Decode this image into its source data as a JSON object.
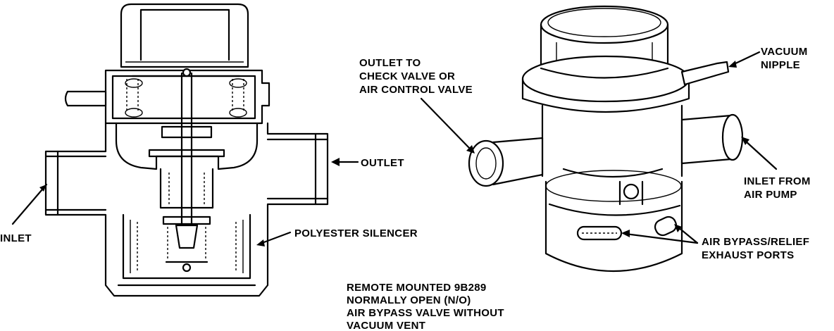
{
  "labels": {
    "inlet": "INLET",
    "outlet": "OUTLET",
    "polyester_silencer": "POLYESTER SILENCER",
    "outlet_to_line1": "OUTLET TO",
    "outlet_to_line2": "CHECK VALVE OR",
    "outlet_to_line3": "AIR CONTROL VALVE",
    "vacuum_line1": "VACUUM",
    "vacuum_line2": "NIPPLE",
    "inlet_from_line1": "INLET FROM",
    "inlet_from_line2": "AIR PUMP",
    "bypass_line1": "AIR BYPASS/RELIEF",
    "bypass_line2": "EXHAUST PORTS"
  },
  "caption": {
    "line1": "REMOTE MOUNTED 9B289",
    "line2": "NORMALLY OPEN (N/O)",
    "line3": "AIR BYPASS VALVE WITHOUT",
    "line4": "VACUUM VENT"
  },
  "colors": {
    "ink": "#000000",
    "paper": "#ffffff"
  }
}
